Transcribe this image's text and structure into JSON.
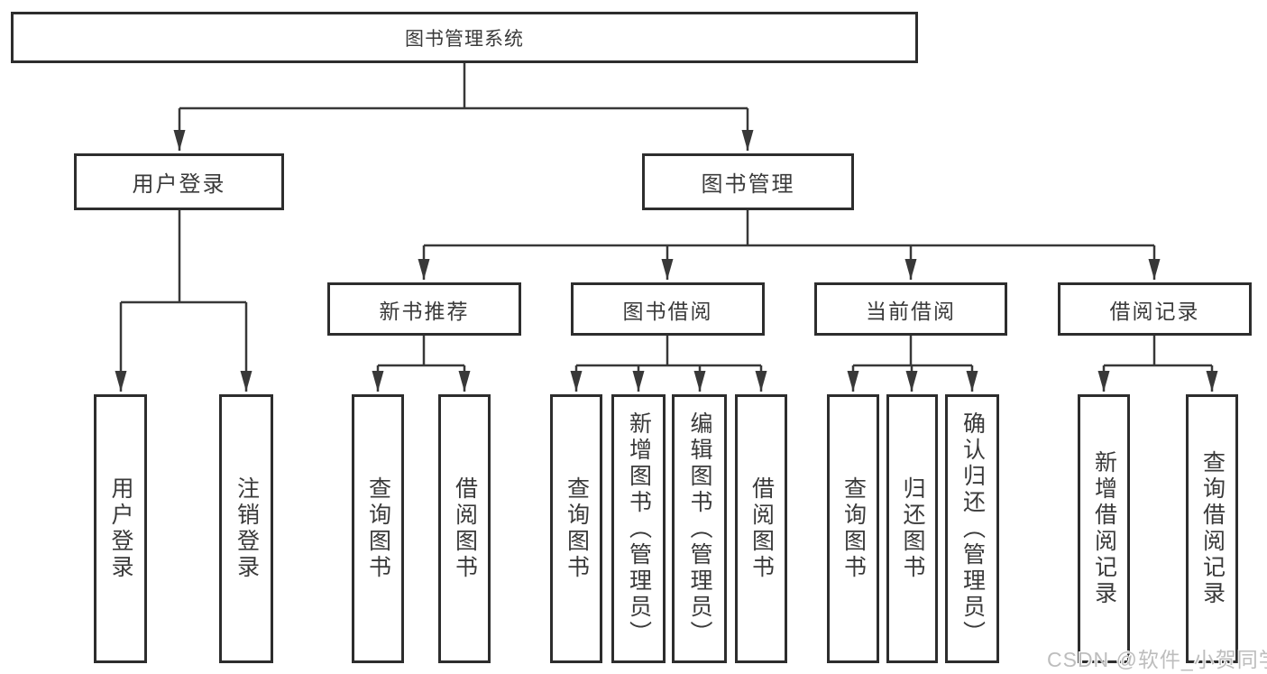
{
  "diagram": {
    "root": {
      "label": "图书管理系统"
    },
    "level2": [
      {
        "label": "用户登录"
      },
      {
        "label": "图书管理"
      }
    ],
    "level3": [
      {
        "label": "新书推荐"
      },
      {
        "label": "图书借阅"
      },
      {
        "label": "当前借阅"
      },
      {
        "label": "借阅记录"
      }
    ],
    "leaves": [
      {
        "label": "用户登录",
        "parent": "用户登录"
      },
      {
        "label": "注销登录",
        "parent": "用户登录"
      },
      {
        "label": "查询图书",
        "parent": "新书推荐"
      },
      {
        "label": "借阅图书",
        "parent": "新书推荐"
      },
      {
        "label": "查询图书",
        "parent": "图书借阅"
      },
      {
        "label": "新增图书（管理员）",
        "parent": "图书借阅"
      },
      {
        "label": "编辑图书（管理员）",
        "parent": "图书借阅"
      },
      {
        "label": "借阅图书",
        "parent": "图书借阅"
      },
      {
        "label": "查询图书",
        "parent": "当前借阅"
      },
      {
        "label": "归还图书",
        "parent": "当前借阅"
      },
      {
        "label": "确认归还（管理员）",
        "parent": "当前借阅"
      },
      {
        "label": "新增借阅记录",
        "parent": "借阅记录"
      },
      {
        "label": "查询借阅记录",
        "parent": "借阅记录"
      }
    ],
    "watermark": "CSDN @软件_小贺同学",
    "colors": {
      "line": "#383838",
      "border": "#2d2d2d",
      "text": "#3a3a3a",
      "watermark_text": "#bdbdbd",
      "background": "#ffffff"
    }
  }
}
